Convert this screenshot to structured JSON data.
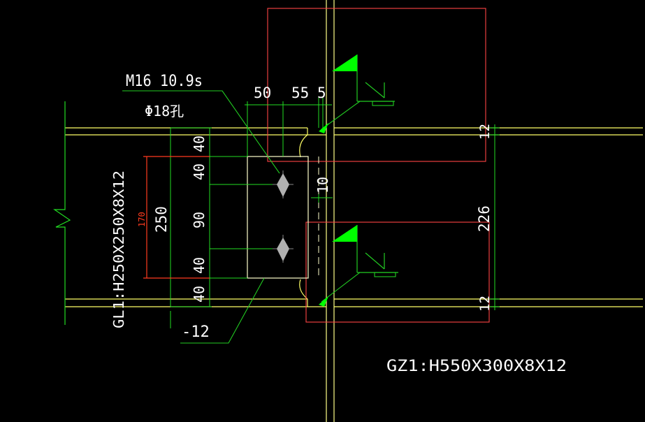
{
  "colors": {
    "background": "#000000",
    "beam": "#ffff66",
    "dimension": "#22dd22",
    "leader": "#22cc22",
    "outline": "#ff4444",
    "text": "#ffffff",
    "red_text": "#ff3b1f",
    "weld_flag": "#00ff00",
    "bolt": "#b0b0b0",
    "plate": "#ffffcc"
  },
  "annotations": {
    "bolt_spec": "M16 10.9s",
    "hole_spec": "Φ18孔",
    "beam_label": "GL1:H250X250X8X12",
    "column_label": "GZ1:H550X300X8X12",
    "plate_thickness": "-12",
    "top_dims": [
      "50",
      "55",
      "5"
    ],
    "vertical_dims": [
      "40",
      "40",
      "90",
      "40",
      "40"
    ],
    "overall_height": "250",
    "overall_red": "170",
    "gap": "10",
    "right_top": "12",
    "right_mid": "226",
    "right_bottom": "12"
  },
  "icons": [
    "weld-flag-icon",
    "bolt-icon",
    "break-line-icon"
  ]
}
